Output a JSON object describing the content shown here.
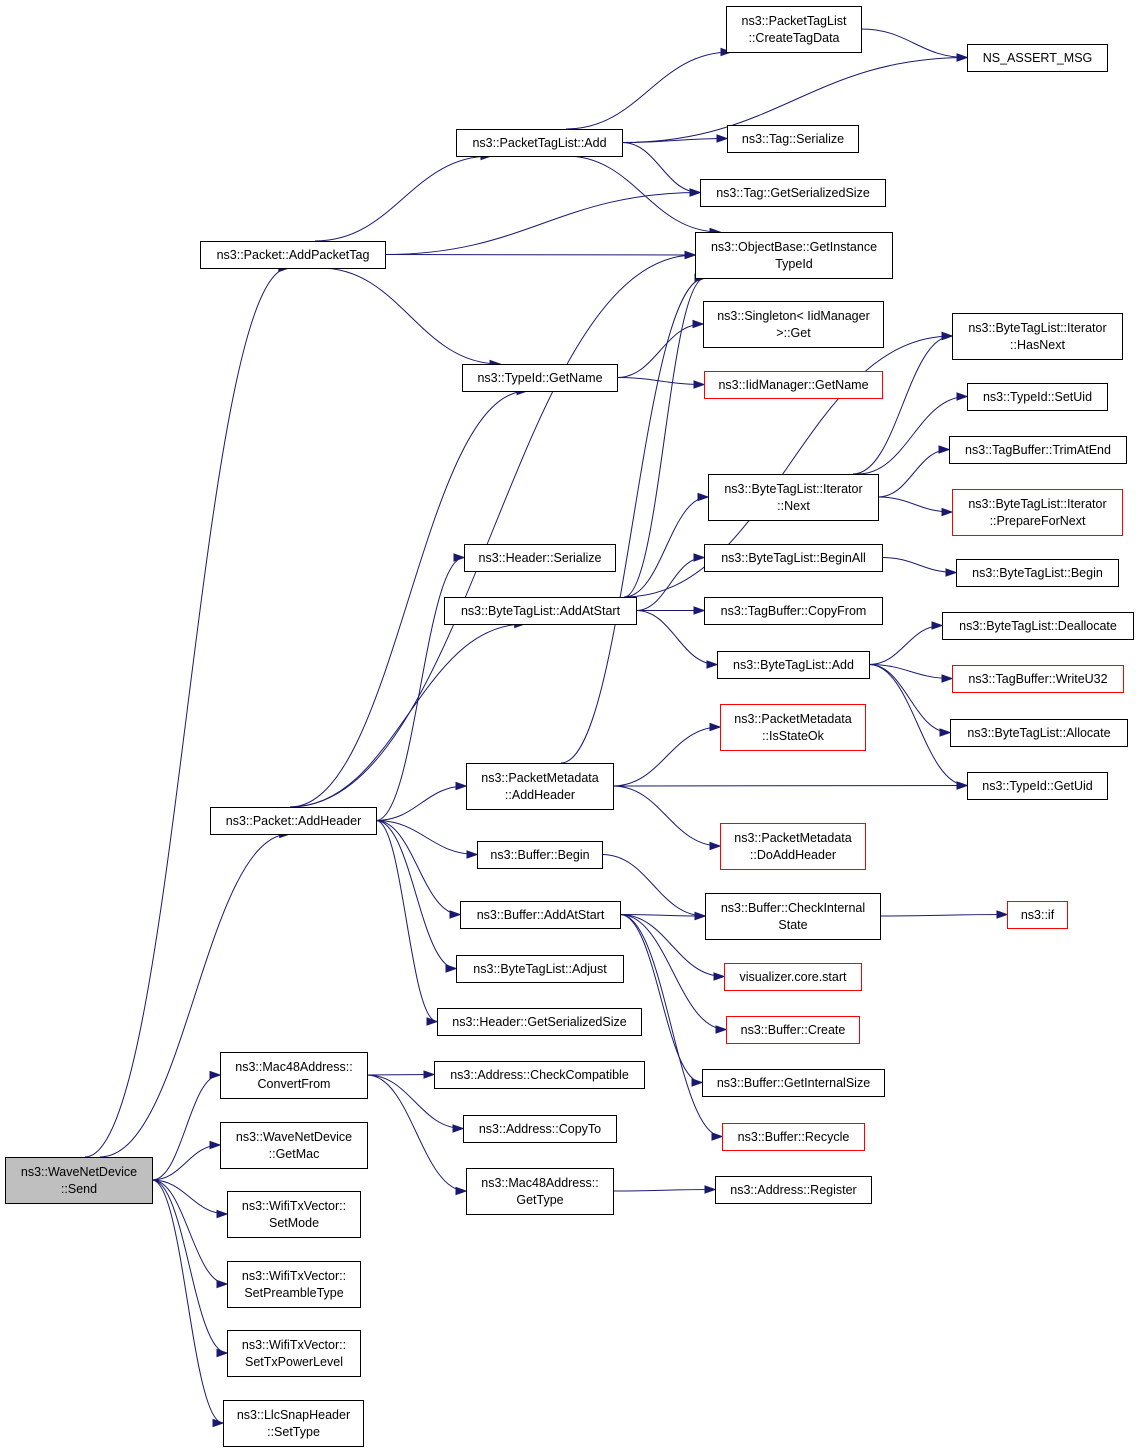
{
  "nodes": [
    {
      "id": "send",
      "lines": [
        "ns3::WaveNetDevice",
        "::Send"
      ],
      "style": "root"
    },
    {
      "id": "addpackettag",
      "lines": [
        "ns3::Packet::AddPacketTag"
      ],
      "style": "normal"
    },
    {
      "id": "addheader",
      "lines": [
        "ns3::Packet::AddHeader"
      ],
      "style": "normal"
    },
    {
      "id": "convertfrom",
      "lines": [
        "ns3::Mac48Address::",
        "ConvertFrom"
      ],
      "style": "normal"
    },
    {
      "id": "getmac",
      "lines": [
        "ns3::WaveNetDevice",
        "::GetMac"
      ],
      "style": "normal"
    },
    {
      "id": "setmode",
      "lines": [
        "ns3::WifiTxVector::",
        "SetMode"
      ],
      "style": "normal"
    },
    {
      "id": "setpreamble",
      "lines": [
        "ns3::WifiTxVector::",
        "SetPreambleType"
      ],
      "style": "normal"
    },
    {
      "id": "settxpower",
      "lines": [
        "ns3::WifiTxVector::",
        "SetTxPowerLevel"
      ],
      "style": "normal"
    },
    {
      "id": "llcsettype",
      "lines": [
        "ns3::LlcSnapHeader",
        "::SetType"
      ],
      "style": "normal"
    },
    {
      "id": "ptladd",
      "lines": [
        "ns3::PacketTagList::Add"
      ],
      "style": "normal"
    },
    {
      "id": "typeidgetname",
      "lines": [
        "ns3::TypeId::GetName"
      ],
      "style": "normal"
    },
    {
      "id": "headerserialize",
      "lines": [
        "ns3::Header::Serialize"
      ],
      "style": "normal"
    },
    {
      "id": "btladdatstart",
      "lines": [
        "ns3::ByteTagList::AddAtStart"
      ],
      "style": "normal"
    },
    {
      "id": "pmaddheader",
      "lines": [
        "ns3::PacketMetadata",
        "::AddHeader"
      ],
      "style": "normal"
    },
    {
      "id": "bufferbegin",
      "lines": [
        "ns3::Buffer::Begin"
      ],
      "style": "normal"
    },
    {
      "id": "bufferaddatstart",
      "lines": [
        "ns3::Buffer::AddAtStart"
      ],
      "style": "normal"
    },
    {
      "id": "btladjust",
      "lines": [
        "ns3::ByteTagList::Adjust"
      ],
      "style": "normal"
    },
    {
      "id": "headergetsize",
      "lines": [
        "ns3::Header::GetSerializedSize"
      ],
      "style": "normal"
    },
    {
      "id": "addrcheckcompat",
      "lines": [
        "ns3::Address::CheckCompatible"
      ],
      "style": "normal"
    },
    {
      "id": "addrcopyto",
      "lines": [
        "ns3::Address::CopyTo"
      ],
      "style": "normal"
    },
    {
      "id": "mac48gettype",
      "lines": [
        "ns3::Mac48Address::",
        "GetType"
      ],
      "style": "normal"
    },
    {
      "id": "ptlcreatetagdata",
      "lines": [
        "ns3::PacketTagList",
        "::CreateTagData"
      ],
      "style": "normal"
    },
    {
      "id": "tagserialize",
      "lines": [
        "ns3::Tag::Serialize"
      ],
      "style": "normal"
    },
    {
      "id": "taggetsize",
      "lines": [
        "ns3::Tag::GetSerializedSize"
      ],
      "style": "normal"
    },
    {
      "id": "objgetinstance",
      "lines": [
        "ns3::ObjectBase::GetInstance",
        "TypeId"
      ],
      "style": "normal"
    },
    {
      "id": "singletonget",
      "lines": [
        "ns3::Singleton< IidManager",
        ">::Get"
      ],
      "style": "normal"
    },
    {
      "id": "iidgetname",
      "lines": [
        "ns3::IidManager::GetName"
      ],
      "style": "red"
    },
    {
      "id": "btliternext",
      "lines": [
        "ns3::ByteTagList::Iterator",
        "::Next"
      ],
      "style": "normal"
    },
    {
      "id": "btlbeginall",
      "lines": [
        "ns3::ByteTagList::BeginAll"
      ],
      "style": "normal"
    },
    {
      "id": "tbcopyfrom",
      "lines": [
        "ns3::TagBuffer::CopyFrom"
      ],
      "style": "normal"
    },
    {
      "id": "btladd",
      "lines": [
        "ns3::ByteTagList::Add"
      ],
      "style": "normal"
    },
    {
      "id": "pmisstateok",
      "lines": [
        "ns3::PacketMetadata",
        "::IsStateOk"
      ],
      "style": "red"
    },
    {
      "id": "pmdoaddheader",
      "lines": [
        "ns3::PacketMetadata",
        "::DoAddHeader"
      ],
      "style": "red"
    },
    {
      "id": "buffercheck",
      "lines": [
        "ns3::Buffer::CheckInternal",
        "State"
      ],
      "style": "normal"
    },
    {
      "id": "vizstart",
      "lines": [
        "visualizer.core.start"
      ],
      "style": "red"
    },
    {
      "id": "buffercreate",
      "lines": [
        "ns3::Buffer::Create"
      ],
      "style": "red"
    },
    {
      "id": "buffergetinternal",
      "lines": [
        "ns3::Buffer::GetInternalSize"
      ],
      "style": "normal"
    },
    {
      "id": "bufferrecycle",
      "lines": [
        "ns3::Buffer::Recycle"
      ],
      "style": "red"
    },
    {
      "id": "addrregister",
      "lines": [
        "ns3::Address::Register"
      ],
      "style": "normal"
    },
    {
      "id": "nsassertmsg",
      "lines": [
        "NS_ASSERT_MSG"
      ],
      "style": "normal"
    },
    {
      "id": "btliterhasnext",
      "lines": [
        "ns3::ByteTagList::Iterator",
        "::HasNext"
      ],
      "style": "normal"
    },
    {
      "id": "typeidsetuid",
      "lines": [
        "ns3::TypeId::SetUid"
      ],
      "style": "normal"
    },
    {
      "id": "tbtrimatend",
      "lines": [
        "ns3::TagBuffer::TrimAtEnd"
      ],
      "style": "normal"
    },
    {
      "id": "btliterprepare",
      "lines": [
        "ns3::ByteTagList::Iterator",
        "::PrepareForNext"
      ],
      "style": "red"
    },
    {
      "id": "btlbegin",
      "lines": [
        "ns3::ByteTagList::Begin"
      ],
      "style": "normal"
    },
    {
      "id": "btldeallocate",
      "lines": [
        "ns3::ByteTagList::Deallocate"
      ],
      "style": "normal"
    },
    {
      "id": "tbwriteu32",
      "lines": [
        "ns3::TagBuffer::WriteU32"
      ],
      "style": "red"
    },
    {
      "id": "btlallocate",
      "lines": [
        "ns3::ByteTagList::Allocate"
      ],
      "style": "normal"
    },
    {
      "id": "typeidgetuid",
      "lines": [
        "ns3::TypeId::GetUid"
      ],
      "style": "normal"
    },
    {
      "id": "ns3if",
      "lines": [
        "ns3::if"
      ],
      "style": "red"
    }
  ],
  "edges": [
    [
      "send",
      "addpackettag"
    ],
    [
      "send",
      "addheader"
    ],
    [
      "send",
      "convertfrom"
    ],
    [
      "send",
      "getmac"
    ],
    [
      "send",
      "setmode"
    ],
    [
      "send",
      "setpreamble"
    ],
    [
      "send",
      "settxpower"
    ],
    [
      "send",
      "llcsettype"
    ],
    [
      "addpackettag",
      "ptladd"
    ],
    [
      "addpackettag",
      "taggetsize"
    ],
    [
      "addpackettag",
      "objgetinstance"
    ],
    [
      "addpackettag",
      "typeidgetname"
    ],
    [
      "ptladd",
      "ptlcreatetagdata"
    ],
    [
      "ptladd",
      "nsassertmsg"
    ],
    [
      "ptladd",
      "tagserialize"
    ],
    [
      "ptladd",
      "taggetsize"
    ],
    [
      "ptladd",
      "objgetinstance"
    ],
    [
      "ptlcreatetagdata",
      "nsassertmsg"
    ],
    [
      "typeidgetname",
      "singletonget"
    ],
    [
      "typeidgetname",
      "iidgetname"
    ],
    [
      "addheader",
      "objgetinstance"
    ],
    [
      "addheader",
      "typeidgetname"
    ],
    [
      "addheader",
      "headerserialize"
    ],
    [
      "addheader",
      "btladdatstart"
    ],
    [
      "addheader",
      "pmaddheader"
    ],
    [
      "addheader",
      "bufferbegin"
    ],
    [
      "addheader",
      "bufferaddatstart"
    ],
    [
      "addheader",
      "btladjust"
    ],
    [
      "addheader",
      "headergetsize"
    ],
    [
      "btladdatstart",
      "btliternext"
    ],
    [
      "btladdatstart",
      "btlbeginall"
    ],
    [
      "btladdatstart",
      "tbcopyfrom"
    ],
    [
      "btladdatstart",
      "btladd"
    ],
    [
      "btladdatstart",
      "btliterhasnext"
    ],
    [
      "btladdatstart",
      "objgetinstance"
    ],
    [
      "btliternext",
      "btliterhasnext"
    ],
    [
      "btliternext",
      "typeidsetuid"
    ],
    [
      "btliternext",
      "tbtrimatend"
    ],
    [
      "btliternext",
      "btliterprepare"
    ],
    [
      "btlbeginall",
      "btlbegin"
    ],
    [
      "btladd",
      "btldeallocate"
    ],
    [
      "btladd",
      "tbwriteu32"
    ],
    [
      "btladd",
      "btlallocate"
    ],
    [
      "btladd",
      "typeidgetuid"
    ],
    [
      "pmaddheader",
      "pmisstateok"
    ],
    [
      "pmaddheader",
      "typeidgetuid"
    ],
    [
      "pmaddheader",
      "pmdoaddheader"
    ],
    [
      "pmaddheader",
      "objgetinstance"
    ],
    [
      "bufferbegin",
      "buffercheck"
    ],
    [
      "bufferaddatstart",
      "buffercheck"
    ],
    [
      "bufferaddatstart",
      "vizstart"
    ],
    [
      "bufferaddatstart",
      "buffercreate"
    ],
    [
      "bufferaddatstart",
      "buffergetinternal"
    ],
    [
      "bufferaddatstart",
      "bufferrecycle"
    ],
    [
      "buffercheck",
      "ns3if"
    ],
    [
      "convertfrom",
      "addrcheckcompat"
    ],
    [
      "convertfrom",
      "addrcopyto"
    ],
    [
      "convertfrom",
      "mac48gettype"
    ],
    [
      "mac48gettype",
      "addrregister"
    ]
  ]
}
